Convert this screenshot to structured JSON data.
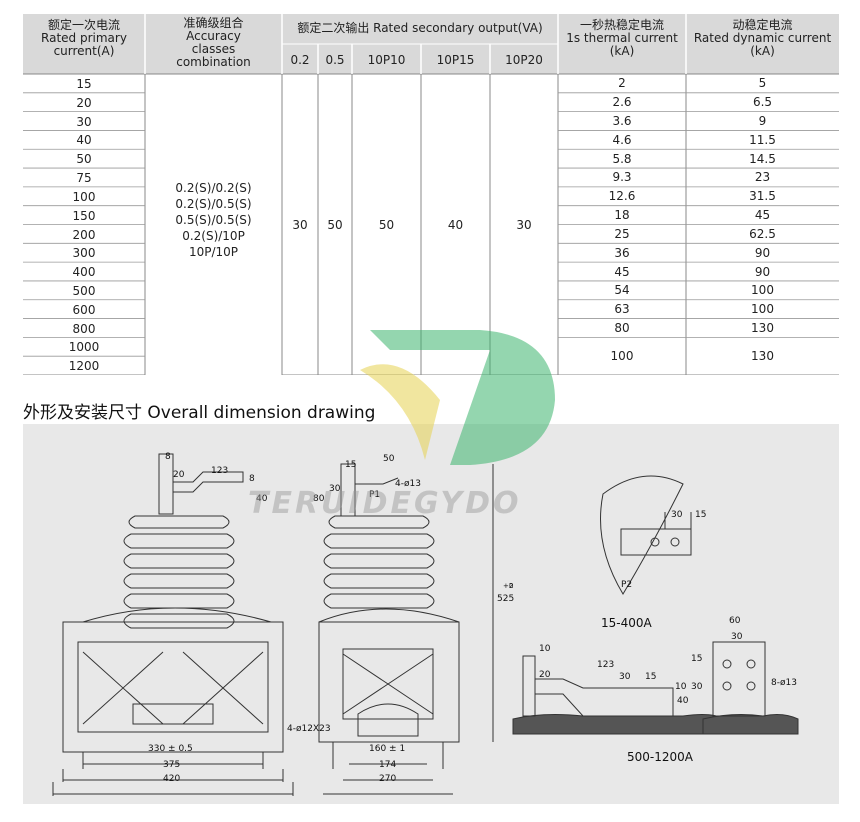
{
  "table": {
    "headers": {
      "primary": [
        "额定一次电流",
        "Rated primary",
        "current(A)"
      ],
      "accuracy": [
        "准确级组合",
        "Accuracy",
        "classes",
        "combination"
      ],
      "secondary": "额定二次输出 Rated secondary output(VA)",
      "secondary_cols": [
        "0.2",
        "0.5",
        "10P10",
        "10P15",
        "10P20"
      ],
      "thermal": [
        "一秒热稳定电流",
        "1s thermal current",
        "(kA)"
      ],
      "dynamic": [
        "动稳定电流",
        "Rated dynamic current",
        "(kA)"
      ]
    },
    "primary_currents": [
      "15",
      "20",
      "30",
      "40",
      "50",
      "75",
      "100",
      "150",
      "200",
      "300",
      "400",
      "500",
      "600",
      "800",
      "1000",
      "1200"
    ],
    "accuracy_combos": [
      "0.2(S)/0.2(S)",
      "0.2(S)/0.5(S)",
      "0.5(S)/0.5(S)",
      "0.2(S)/10P",
      "10P/10P"
    ],
    "secondary_values": [
      "30",
      "50",
      "50",
      "40",
      "30"
    ],
    "thermal": [
      "2",
      "2.6",
      "3.6",
      "4.6",
      "5.8",
      "9.3",
      "12.6",
      "18",
      "25",
      "36",
      "45",
      "54",
      "63",
      "80",
      "100"
    ],
    "dynamic": [
      "5",
      "6.5",
      "9",
      "11.5",
      "14.5",
      "23",
      "31.5",
      "45",
      "62.5",
      "90",
      "90",
      "100",
      "100",
      "130",
      "130"
    ]
  },
  "section_title": "外形及安装尺寸  Overall dimension drawing",
  "watermark_text": "TERUIDEGYDO",
  "drawing": {
    "dims_front": [
      "8",
      "20",
      "123",
      "8",
      "40",
      "330 ± 0.5",
      "375",
      "420"
    ],
    "dims_side": [
      "15",
      "50",
      "30",
      "80",
      "P1",
      "4-ø13",
      "525",
      "+2",
      "0",
      "4-ø12X23",
      "160 ± 1",
      "174",
      "270"
    ],
    "captions": [
      "15-400A",
      "500-1200A"
    ],
    "detail_top": [
      "30",
      "15",
      "P2"
    ],
    "detail_bottom_left": [
      "10",
      "20",
      "123",
      "30",
      "15",
      "10",
      "40"
    ],
    "detail_bottom_right": [
      "60",
      "30",
      "15",
      "30",
      "8-ø13"
    ]
  }
}
